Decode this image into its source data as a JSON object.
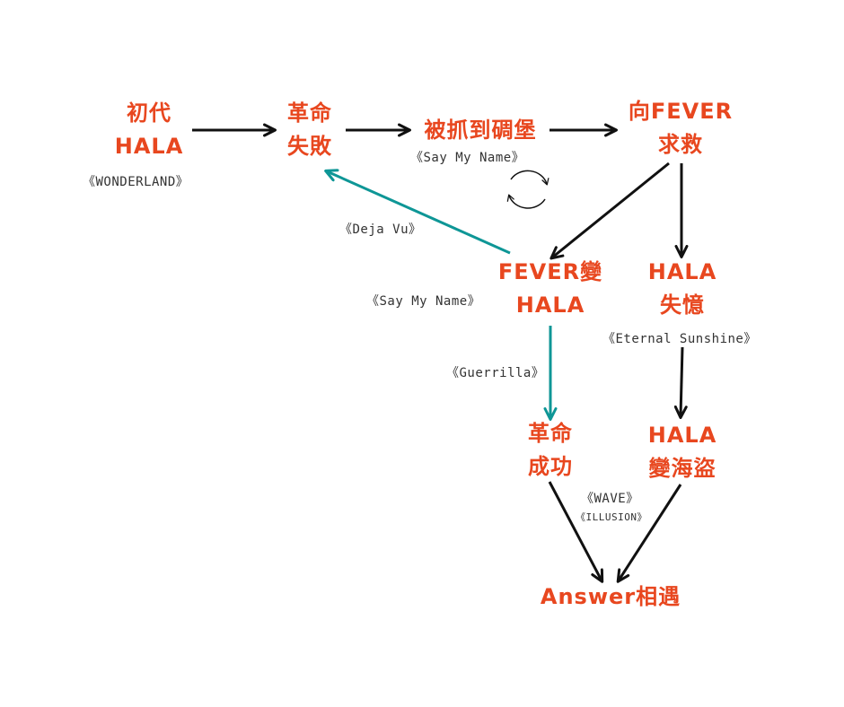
{
  "nodes": {
    "initial_hala": [
      "初代",
      "HALA"
    ],
    "revolution_fail": [
      "革命",
      "失敗"
    ],
    "captured_castle": [
      "被抓到碉堡"
    ],
    "fever_rescue": [
      "向FEVER",
      "求救"
    ],
    "fever_becomes_hala": [
      "FEVER變",
      "HALA"
    ],
    "hala_amnesia": [
      "HALA",
      "失憶"
    ],
    "revolution_success": [
      "革命",
      "成功"
    ],
    "hala_pirate": [
      "HALA",
      "變海盜"
    ],
    "answer_meet": [
      "Answer相遇"
    ]
  },
  "labels": {
    "wonderland": "《WONDERLAND》",
    "say_my_name_top": "《Say My Name》",
    "deja_vu": "《Deja Vu》",
    "say_my_name_mid": "《Say My Name》",
    "eternal_sunshine": "《Eternal Sunshine》",
    "guerrilla": "《Guerrilla》",
    "wave": "《WAVE》",
    "illusion": "《ILLUSION》"
  },
  "colors": {
    "node_text": "#e8471f",
    "arrow_black": "#111111",
    "arrow_teal": "#0e9696",
    "label_text": "#333333"
  },
  "icons": {
    "loop": "cycle-icon"
  }
}
